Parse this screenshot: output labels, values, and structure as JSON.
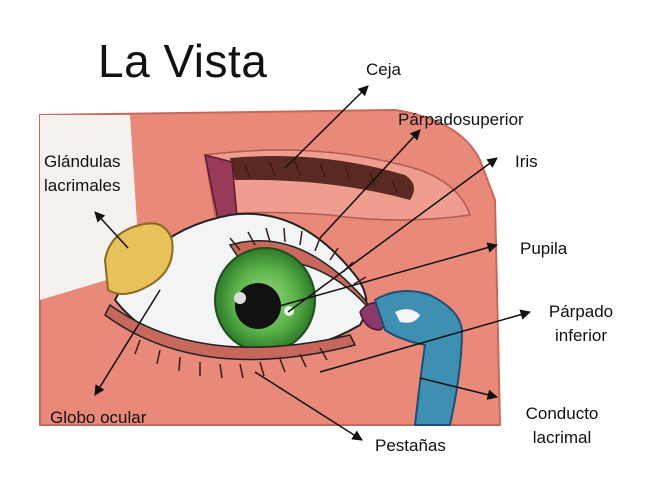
{
  "title": "La Vista",
  "labels": {
    "ceja": "Ceja",
    "parpado_superior": "Párpadosuperior",
    "iris": "Iris",
    "pupila": "Pupila",
    "parpado_inferior_1": "Párpado",
    "parpado_inferior_2": "inferior",
    "glandulas_1": "Glándulas",
    "glandulas_2": "lacrimales",
    "globo_ocular": "Globo ocular",
    "conducto_1": "Conducto",
    "conducto_2": "lacrimal",
    "pestanas": "Pestañas"
  },
  "colors": {
    "skin": "#e8897a",
    "skin_dark": "#c8685c",
    "eyebrow": "#5a2a22",
    "iris": "#5cb54a",
    "iris_dark": "#2f7a2a",
    "gland": "#e8c15a",
    "duct": "#3f8fb3",
    "eyelid": "#9a3a5a"
  }
}
